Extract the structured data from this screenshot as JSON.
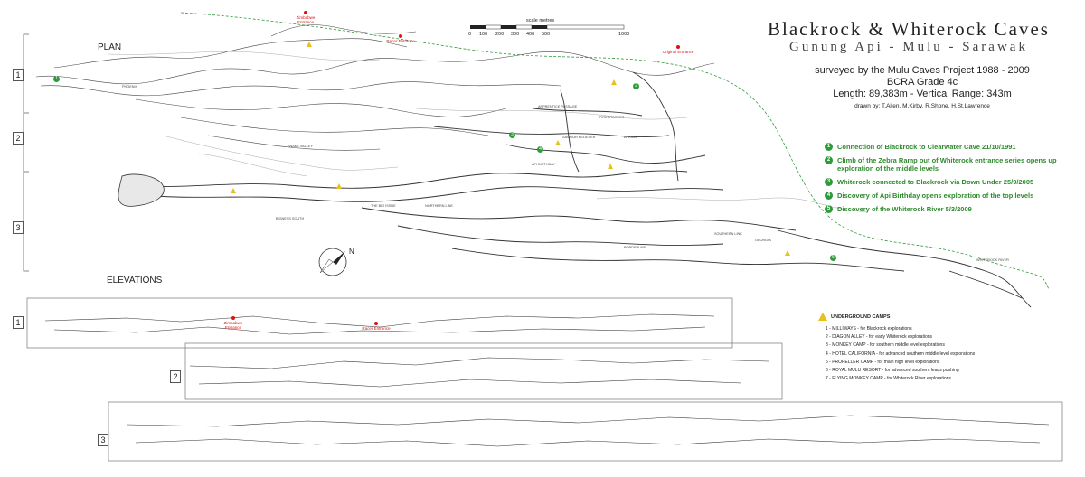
{
  "title": "Blackrock & Whiterock Caves",
  "subtitle": "Gunung Api  -  Mulu  -  Sarawak",
  "survey_line": "surveyed by the Mulu Caves Project 1988 - 2009",
  "grade": "BCRA Grade 4c",
  "length_range": "Length: 89,383m  -  Vertical Range: 343m",
  "drawn_by": "drawn by: T.Allen, M.Kirby, R.Shone, H.St.Lawrence",
  "section_plan": "PLAN",
  "section_elevations": "ELEVATIONS",
  "plan_boxes": [
    "1",
    "2",
    "3"
  ],
  "elevation_boxes": [
    "1",
    "2",
    "3"
  ],
  "scale": {
    "label": "scale metres",
    "ticks": [
      "0",
      "100",
      "200",
      "300",
      "400",
      "500",
      "1000"
    ]
  },
  "events": [
    {
      "num": "1",
      "text": "Connection of Blackrock to Clearwater Cave 21/10/1991"
    },
    {
      "num": "2",
      "text": "Climb of the Zebra Ramp out of Whiterock entrance series opens up exploration of the middle levels"
    },
    {
      "num": "3",
      "text": "Whiterock connected to Blackrock via Down Under 25/9/2005"
    },
    {
      "num": "4",
      "text": "Discovery of Api Birthday opens exploration of the top levels"
    },
    {
      "num": "5",
      "text": "Discovery of the Whiterock River 5/3/2009"
    }
  ],
  "camps": {
    "heading": "UNDERGROUND CAMPS",
    "items": [
      "1 - MILLIWAYS  -  for Blackrock explorations",
      "2 - DIAGON ALLEY  -  for early Whiterock explorations",
      "3 - MONKEY CAMP  -  for southern middle level explorations",
      "4 - HOTEL CALIFORNIA  -  for advanced southern middle level explorations",
      "5 - PROPELLER CAMP  -  for main high level explorations",
      "6 - ROYAL MULU RESORT  -  for advanced southern leads pushing",
      "7 - FLYING MONKEY CAMP  -  for Whiterock River explorations"
    ]
  },
  "entrances": [
    {
      "label": "Zimbabwe Entrance",
      "color": "#d11111"
    },
    {
      "label": "Racer Entrance",
      "color": "#d11111"
    },
    {
      "label": "Original Entrance",
      "color": "#d11111"
    },
    {
      "label": "Zimbabwe Entrance",
      "color": "#d11111"
    },
    {
      "label": "Racer Entrance",
      "color": "#d11111"
    }
  ],
  "passage_labels": [
    "PHOENIX",
    "APPRENTICE PASSAGE",
    "FIRECRACKER",
    "SNAKE VALLEY",
    "AFRICA",
    "SAVIOUR BELIEVER",
    "API BIRTHDAY",
    "THE BIG ISSUE",
    "BIGNESS SOUTH",
    "NORTHERN LINE",
    "BORDERLINE",
    "GEORGIA",
    "SOUTHERN LINK",
    "WHITEROCK RIVER"
  ],
  "compass_label": "N",
  "colors": {
    "survey_green": "#2e9b3a",
    "entrance_red": "#d11111",
    "camp_yellow": "#e6c21a",
    "passage": "#333333"
  }
}
